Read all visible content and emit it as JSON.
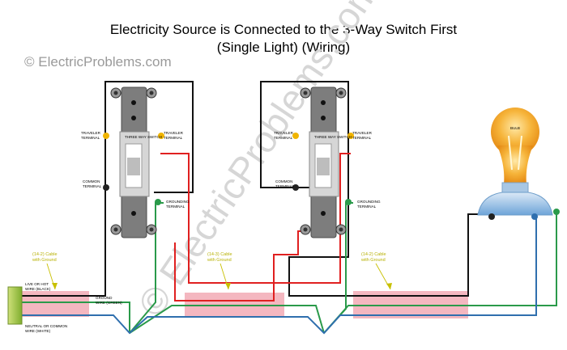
{
  "title_line1": "Electricity Source is Connected to the 3-Way Switch First",
  "title_line2": "(Single Light) (Wiring)",
  "credit": "© ElectricProblems.com",
  "watermark": "© ElectricProblems.com",
  "switch_1": {
    "badge": "THREE WAY SWITCH",
    "traveler_left": [
      "TRAVELER",
      "TERMINAL"
    ],
    "traveler_right": [
      "TRAVELER",
      "TERMINAL"
    ],
    "common": [
      "COMMON",
      "TERMINAL"
    ],
    "grounding": [
      "GROUNDING",
      "TERMINAL"
    ]
  },
  "switch_2": {
    "badge": "THREE WAY SWITCH",
    "traveler_left": [
      "TRAVELER",
      "TERMINAL"
    ],
    "traveler_right": [
      "TRAVELER",
      "TERMINAL"
    ],
    "common": [
      "COMMON",
      "TERMINAL"
    ],
    "grounding": [
      "GROUNDING",
      "TERMINAL"
    ]
  },
  "bulb_label": "BULB",
  "source": {
    "hot": [
      "LIVE OR HOT",
      "WIRE (BLACK)"
    ],
    "ground": [
      "GROUND",
      "WIRE (GREEN)"
    ],
    "neutral": [
      "NEUTRAL OR COMMON",
      "WIRE (WHITE)"
    ]
  },
  "cables": [
    [
      "(14-2) Cable",
      "with Ground"
    ],
    [
      "(14-3) Cable",
      "with Ground"
    ],
    [
      "(14-2) Cable",
      "with Ground"
    ]
  ],
  "colors": {
    "hot": "#111111",
    "traveler": "#e02020",
    "ground": "#2a9a4a",
    "neutral": "#2f6fae",
    "sheath": "#f0a6b2",
    "source_box": "#8fbf3a",
    "switch_body": "#7d7d7d",
    "bulb": "#f4a62a"
  }
}
